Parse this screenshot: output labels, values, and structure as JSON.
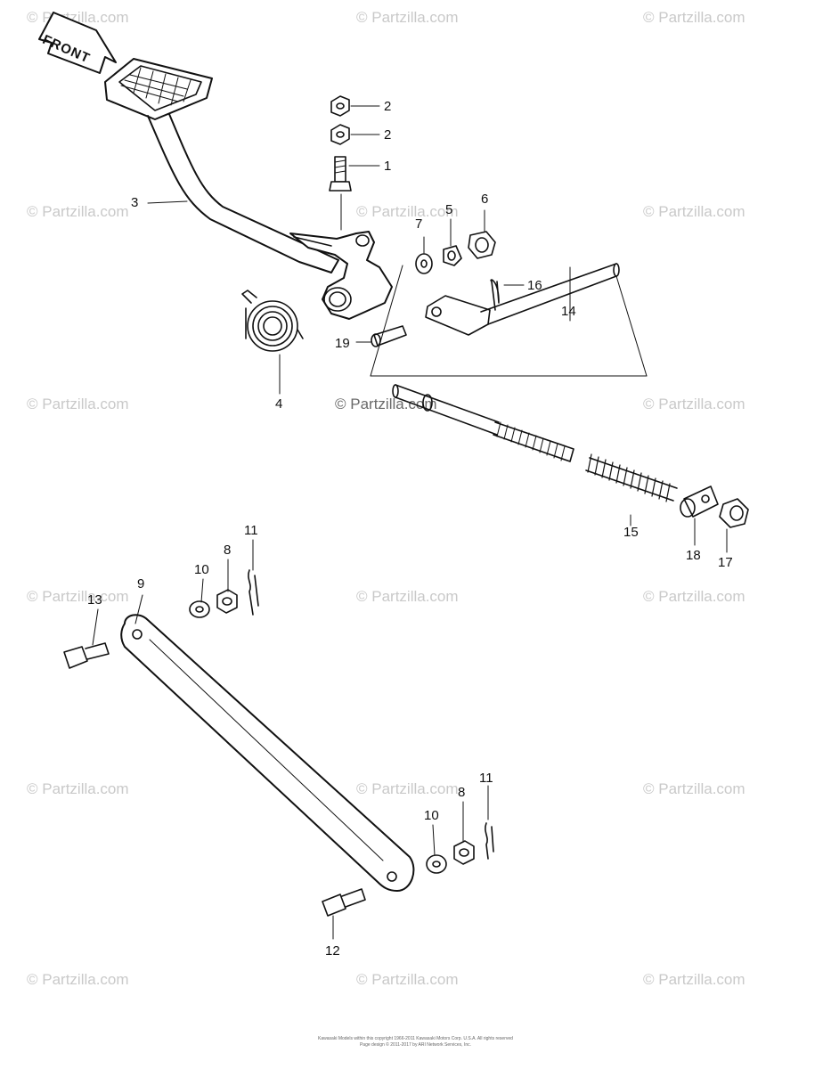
{
  "watermarks": {
    "repeat_text": "© Partzilla.com",
    "center_text": "© Partzilla.com"
  },
  "direction_label": "FRONT",
  "callouts": {
    "c1": "1",
    "c2a": "2",
    "c2b": "2",
    "c3": "3",
    "c4": "4",
    "c5": "5",
    "c6": "6",
    "c7": "7",
    "c8a": "8",
    "c8b": "8",
    "c9": "9",
    "c10a": "10",
    "c10b": "10",
    "c11a": "11",
    "c11b": "11",
    "c12": "12",
    "c13": "13",
    "c14": "14",
    "c15": "15",
    "c16": "16",
    "c17": "17",
    "c18": "18",
    "c19": "19"
  },
  "footer": {
    "line1": "Kawasaki Models within this copyright 1966-2011 Kawasaki Motors Corp. U.S.A. All rights reserved",
    "line2": "Page design © 2011-2017 by ARI Network Services, Inc."
  }
}
